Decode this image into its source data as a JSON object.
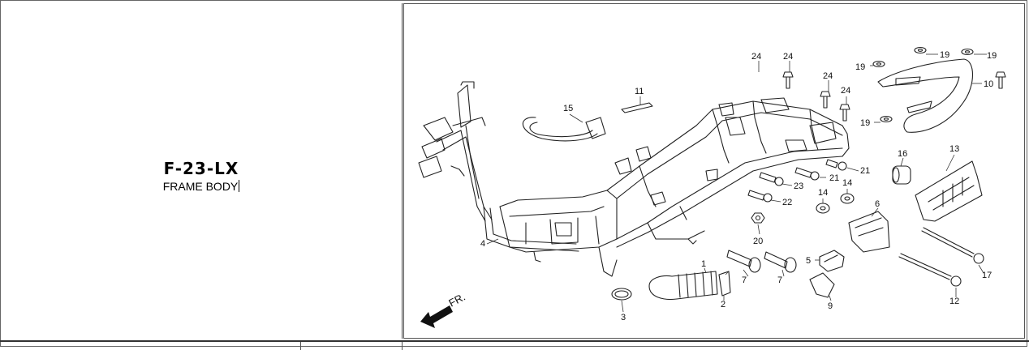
{
  "page": {
    "code": "F-23-LX",
    "name": "FRAME BODY"
  },
  "diagram": {
    "direction_label": "FR.",
    "callouts": [
      "1",
      "2",
      "3",
      "4",
      "5",
      "6",
      "7",
      "7",
      "9",
      "10",
      "11",
      "12",
      "13",
      "14",
      "14",
      "15",
      "16",
      "17",
      "19",
      "19",
      "19",
      "19",
      "20",
      "21",
      "21",
      "22",
      "23",
      "24",
      "24",
      "24",
      "24"
    ]
  }
}
